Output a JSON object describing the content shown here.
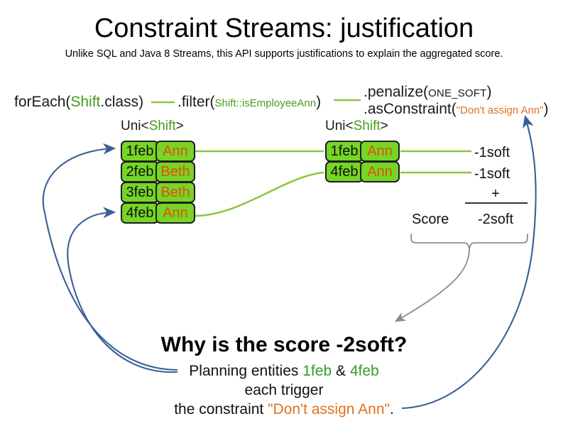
{
  "slide": {
    "title": "Constraint Streams: justification",
    "subtitle": "Unlike SQL and Java 8 Streams, this API supports justifications to explain the aggregated score."
  },
  "code": {
    "foreach": {
      "prefix": "forEach(",
      "type": "Shift",
      "suffix": ".class)"
    },
    "filter": {
      "prefix": ".filter(",
      "arg": "Shift::isEmployeeAnn",
      "suffix": ")"
    },
    "penalize": {
      "prefix": ".penalize(",
      "arg": "ONE_SOFT",
      "suffix": ")"
    },
    "as_constraint": {
      "prefix": ".asConstraint(",
      "arg": "\"Don't assign Ann\"",
      "suffix": ")"
    }
  },
  "streams": {
    "left": {
      "header_prefix": "Uni<",
      "header_type": "Shift",
      "header_suffix": ">",
      "rows": [
        {
          "date": "1feb",
          "employee": "Ann"
        },
        {
          "date": "2feb",
          "employee": "Beth"
        },
        {
          "date": "3feb",
          "employee": "Beth"
        },
        {
          "date": "4feb",
          "employee": "Ann"
        }
      ]
    },
    "right": {
      "header_prefix": "Uni<",
      "header_type": "Shift",
      "header_suffix": ">",
      "rows": [
        {
          "date": "1feb",
          "employee": "Ann",
          "penalty": "-1soft"
        },
        {
          "date": "4feb",
          "employee": "Ann",
          "penalty": "-1soft"
        }
      ]
    }
  },
  "score": {
    "label": "Score",
    "operator": "+",
    "total": "-2soft"
  },
  "explanation": {
    "heading": "Why is the score -2soft?",
    "line1_prefix": "Planning entities ",
    "line1_entity_a": "1feb",
    "line1_amp": " & ",
    "line1_entity_b": "4feb",
    "line2": "each trigger",
    "line3_prefix": "the constraint ",
    "line3_constraint": "\"Don't assign Ann\"",
    "line3_suffix": "."
  },
  "colors": {
    "fact_fill": "#76d525",
    "fact_border": "#1f1f1f",
    "employee_text": "#e2500e",
    "type_green": "#4a9b1c",
    "string_orange": "#e2711d",
    "stream_line": "#8dc63f",
    "justification_arrow": "#3a5f96",
    "brace_gray": "#8c8c8c"
  }
}
